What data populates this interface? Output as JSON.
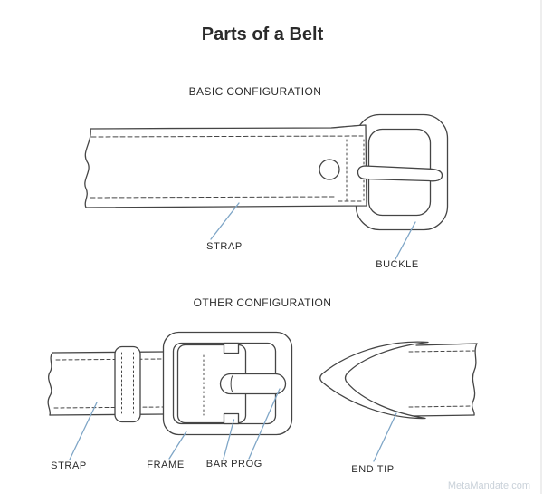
{
  "page": {
    "title": "Parts of a Belt",
    "watermark": "MetaMandate.com"
  },
  "sections": {
    "basic": {
      "heading": "BASIC CONFIGURATION",
      "labels": {
        "strap": "STRAP",
        "buckle": "BUCKLE"
      }
    },
    "other": {
      "heading": "OTHER CONFIGURATION",
      "labels": {
        "strap": "STRAP",
        "frame": "FRAME",
        "bar": "BAR",
        "prong": "PROG",
        "end_tip": "END TIP"
      }
    }
  },
  "colors": {
    "background": "#ffffff",
    "text": "#2b2b2b",
    "outline": "#454545",
    "leader": "#7fa6c7",
    "watermark": "#c9d1d9",
    "edge": "#e8e8e8"
  }
}
